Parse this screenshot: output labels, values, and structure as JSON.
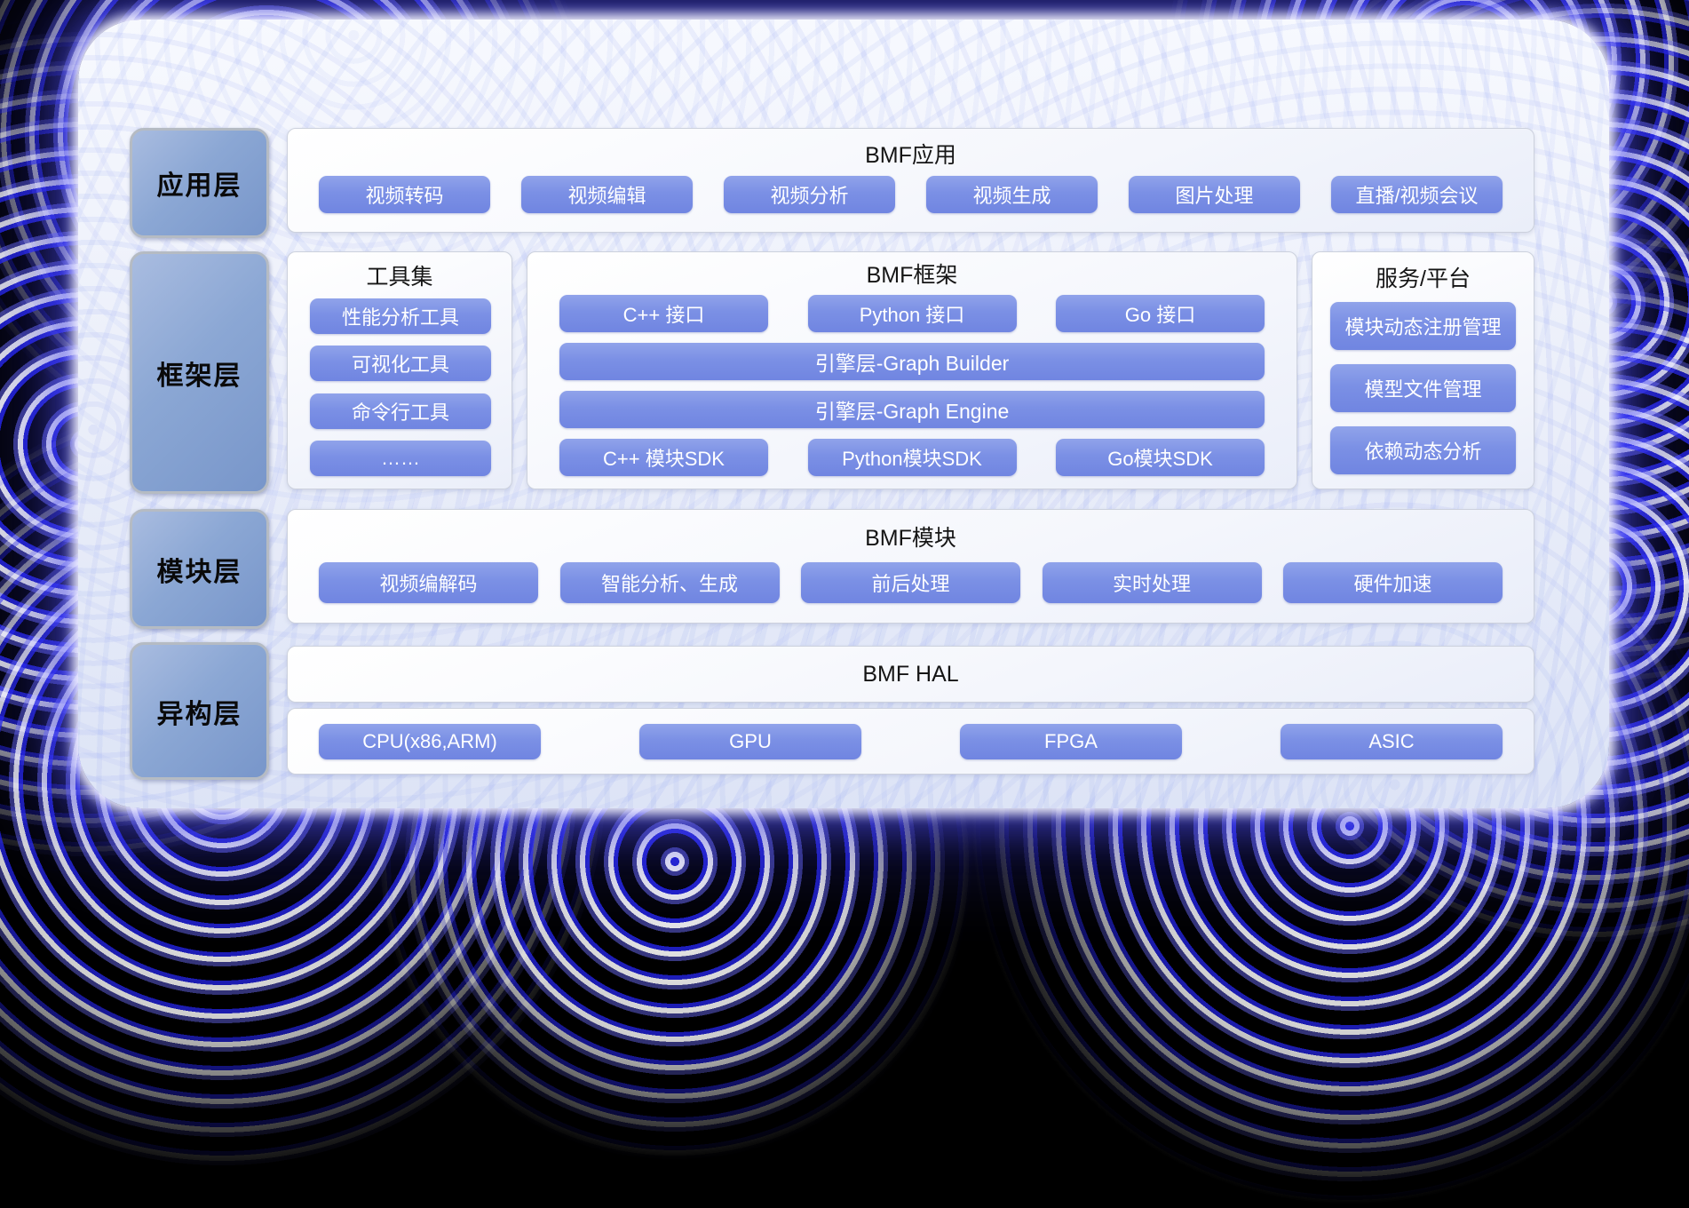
{
  "app_layer": {
    "label": "应用层",
    "panel_title": "BMF应用",
    "apps": [
      "视频转码",
      "视频编辑",
      "视频分析",
      "视频生成",
      "图片处理",
      "直播/视频会议"
    ]
  },
  "framework_layer": {
    "label": "框架层",
    "toolset": {
      "title": "工具集",
      "tools": [
        "性能分析工具",
        "可视化工具",
        "命令行工具",
        "……"
      ]
    },
    "framework": {
      "title": "BMF框架",
      "interfaces": [
        "C++ 接口",
        "Python 接口",
        "Go 接口"
      ],
      "engine_layers": [
        "引擎层-Graph Builder",
        "引擎层-Graph Engine"
      ],
      "sdks": [
        "C++ 模块SDK",
        "Python模块SDK",
        "Go模块SDK"
      ]
    },
    "services": {
      "title": "服务/平台",
      "items": [
        "模块动态注册管理",
        "模型文件管理",
        "依赖动态分析"
      ]
    }
  },
  "module_layer": {
    "label": "模块层",
    "panel_title": "BMF模块",
    "modules": [
      "视频编解码",
      "智能分析、生成",
      "前后处理",
      "实时处理",
      "硬件加速"
    ]
  },
  "hetero_layer": {
    "label": "异构层",
    "hal_title": "BMF HAL",
    "hardware": [
      "CPU(x86,ARM)",
      "GPU",
      "FPGA",
      "ASIC"
    ]
  },
  "colors": {
    "chip_gradient_top": "#90A3EA",
    "chip_gradient_bottom": "#7085E1",
    "label_box_top": "#A9BCE0",
    "label_box_bottom": "#7896CA",
    "ripple_blue": "#2626F0",
    "canvas_tint": "#E9EDF9",
    "panel_background": "#FAFBFE"
  }
}
